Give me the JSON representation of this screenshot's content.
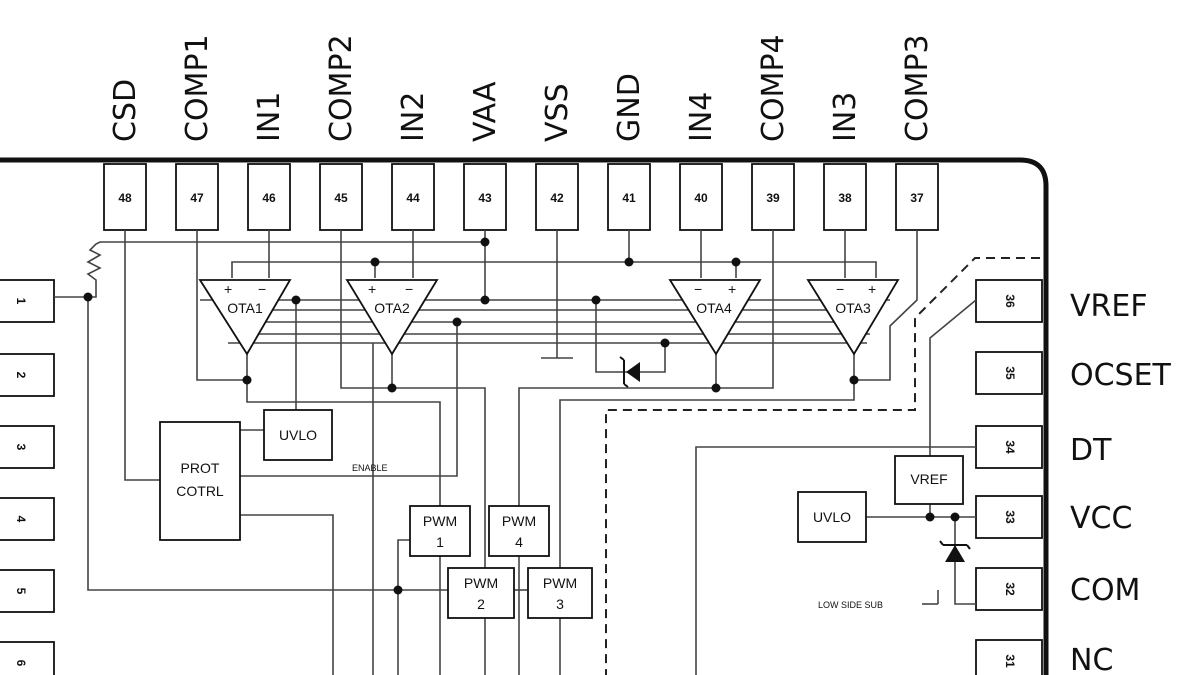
{
  "top_pins": [
    {
      "name": "CSD",
      "num": "48"
    },
    {
      "name": "COMP1",
      "num": "47"
    },
    {
      "name": "IN1",
      "num": "46"
    },
    {
      "name": "COMP2",
      "num": "45"
    },
    {
      "name": "IN2",
      "num": "44"
    },
    {
      "name": "VAA",
      "num": "43"
    },
    {
      "name": "VSS",
      "num": "42"
    },
    {
      "name": "GND",
      "num": "41"
    },
    {
      "name": "IN4",
      "num": "40"
    },
    {
      "name": "COMP4",
      "num": "39"
    },
    {
      "name": "IN3",
      "num": "38"
    },
    {
      "name": "COMP3",
      "num": "37"
    }
  ],
  "right_pins": [
    {
      "name": "VREF",
      "num": "36"
    },
    {
      "name": "OCSET",
      "num": "35"
    },
    {
      "name": "DT",
      "num": "34"
    },
    {
      "name": "VCC",
      "num": "33"
    },
    {
      "name": "COM",
      "num": "32"
    },
    {
      "name": "NC",
      "num": "31"
    }
  ],
  "left_pins": [
    "1",
    "2",
    "3",
    "4",
    "5",
    "6"
  ],
  "blocks": {
    "ota1": "OTA1",
    "ota2": "OTA2",
    "ota4": "OTA4",
    "ota3": "OTA3",
    "uvlo_left": "UVLO",
    "prot_line1": "PROT",
    "prot_line2": "COTRL",
    "pwm1_l1": "PWM",
    "pwm1_l2": "1",
    "pwm4_l1": "PWM",
    "pwm4_l2": "4",
    "pwm2_l1": "PWM",
    "pwm2_l2": "2",
    "pwm3_l1": "PWM",
    "pwm3_l2": "3",
    "vref_block": "VREF",
    "uvlo_right": "UVLO"
  },
  "annotations": {
    "enable": "ENABLE",
    "low_side_sub": "LOW SIDE SUB"
  },
  "ota_signs": {
    "plus": "+",
    "minus": "−"
  }
}
